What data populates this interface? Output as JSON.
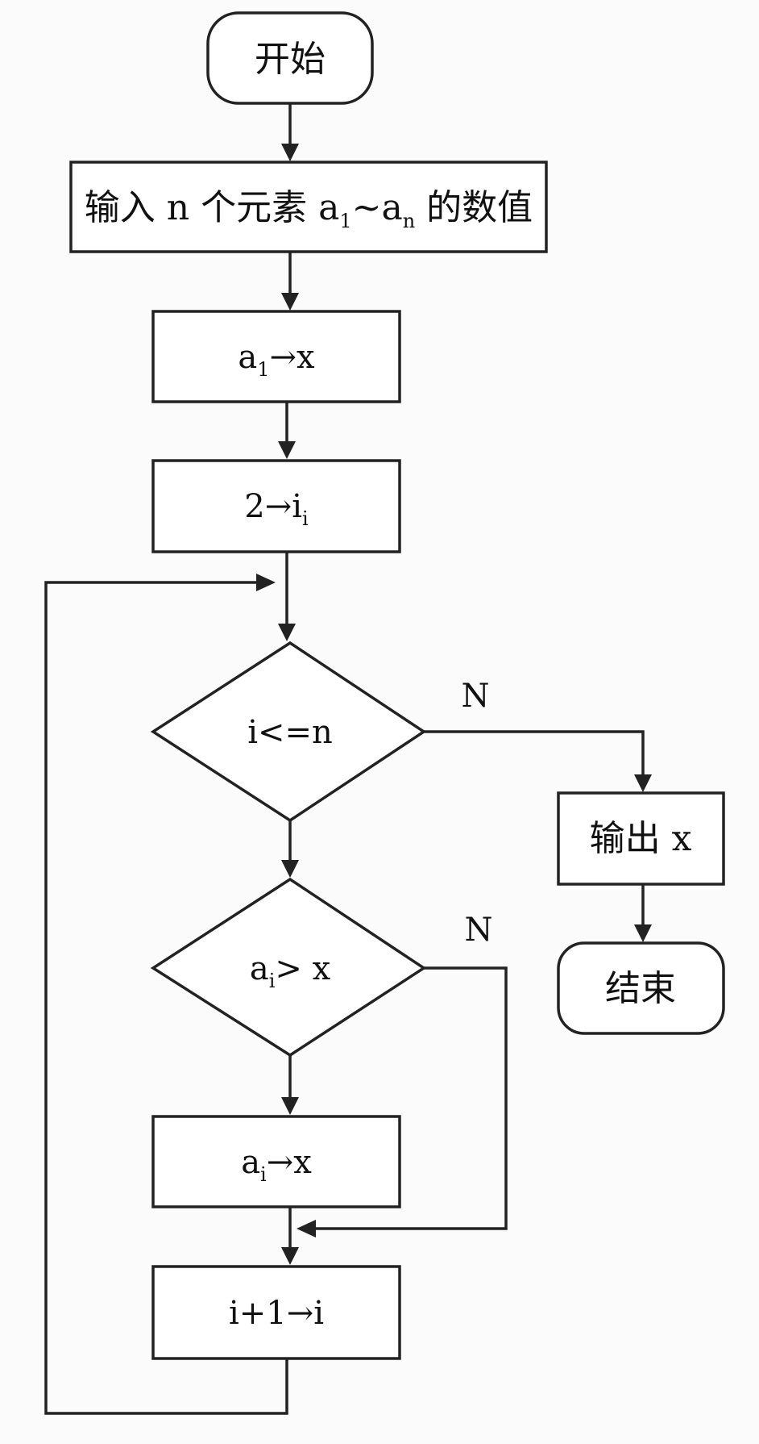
{
  "flowchart": {
    "start": "开始",
    "input": {
      "prefix": "输入 n 个元素 a",
      "sub1": "1",
      "tilde": "~a",
      "subn": "n",
      "suffix": " 的数值"
    },
    "assign_x": {
      "a": "a",
      "sub": "1",
      "rest": "→x"
    },
    "assign_i": {
      "main": "2→i",
      "sub": "i"
    },
    "cond_loop": "i<=n",
    "cond_compare": {
      "a": "a",
      "sub": "i",
      "rest": "> x"
    },
    "update_x": {
      "a": "a",
      "sub": "i",
      "rest": "→x"
    },
    "increment": "i+1→i",
    "output": "输出 x",
    "end": "结束",
    "no_label_1": "N",
    "no_label_2": "N"
  }
}
